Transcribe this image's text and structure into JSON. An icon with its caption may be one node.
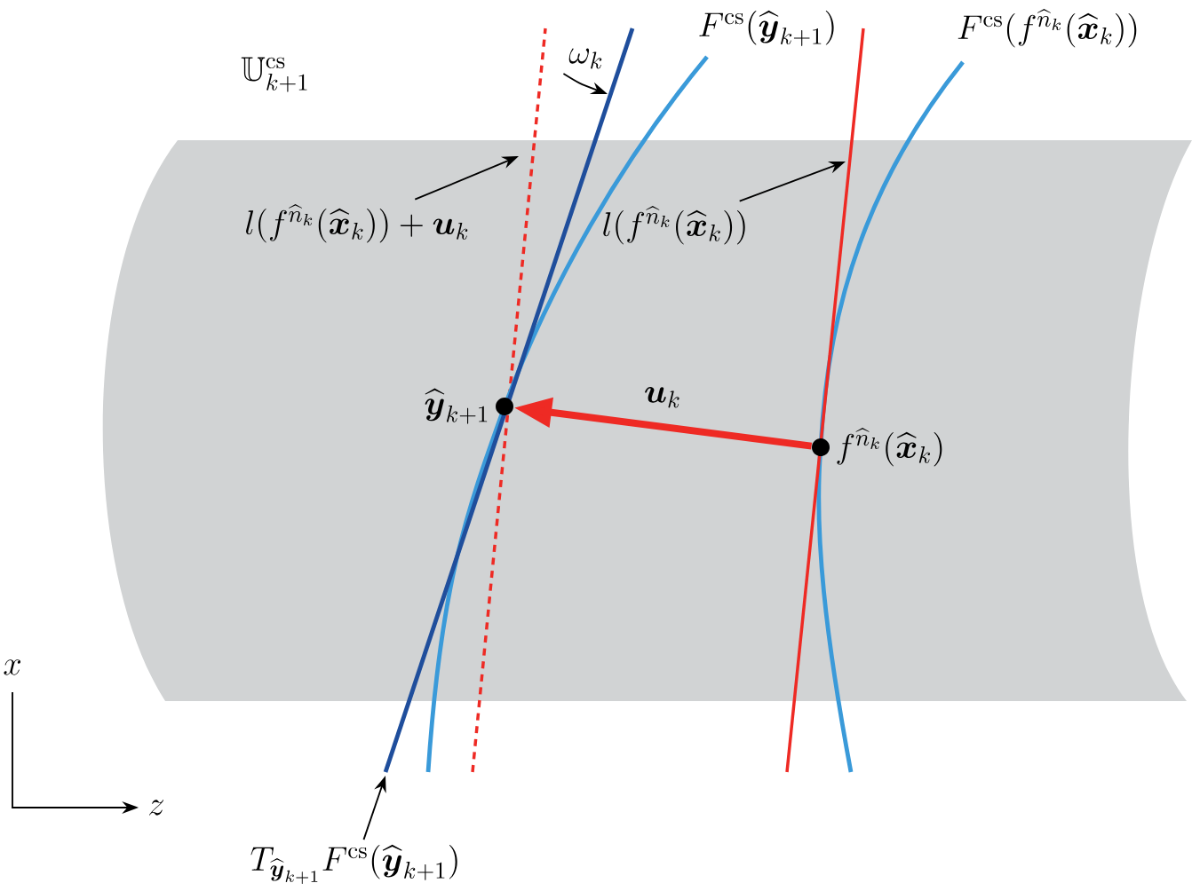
{
  "diagram": {
    "nodes": [
      {
        "text": [
          "\\widehat{\\boldsymbol{y}}_{k+1}"
        ]
      },
      {
        "text": [
          "f^{\\widehat{n}_k}(\\widehat{\\boldsymbol{x}}_k)"
        ]
      },
      {
        "text": [
          "\\omega_k"
        ]
      },
      {
        "text": [
          "l(f^{\\widehat{n}_k}(\\widehat{\\boldsymbol{x}}_k))+\\boldsymbol{u}_k"
        ]
      },
      {
        "text": [
          "l(f^{\\widehat{n}_k}(\\widehat{\\boldsymbol{x}}_k))"
        ]
      },
      {
        "text": [
          "T_{\\widehat{\\boldsymbol{y}}_{k+1}}F^{\\mathrm{cs}}(\\widehat{\\boldsymbol{y}}_{k+1})"
        ]
      },
      {
        "text": [],
        "shape": "line"
      }
    ],
    "edges": [
      {
        "from": 1,
        "to": 0,
        "arrow": "to",
        "label": "\\boldsymbol{u}_k",
        "style": "thick",
        "color": "#ee2a24"
      },
      {
        "from": 2,
        "to": null,
        "arrow": "to"
      },
      {
        "from": 3,
        "to": null,
        "arrow": "to"
      },
      {
        "from": 4,
        "to": 6,
        "arrow": "to"
      },
      {
        "from": 5,
        "to": null,
        "arrow": "to"
      }
    ],
    "labels": [
      "\\mathbb{U}^{\\mathrm{cs}}_{k+1}",
      "F^{\\mathrm{cs}}(\\widehat{\\boldsymbol{y}}_{k+1})",
      "F^{\\mathrm{cs}}(f^{\\widehat{n}_k}(\\widehat{\\boldsymbol{x}}_k))",
      "x",
      "z"
    ]
  }
}
